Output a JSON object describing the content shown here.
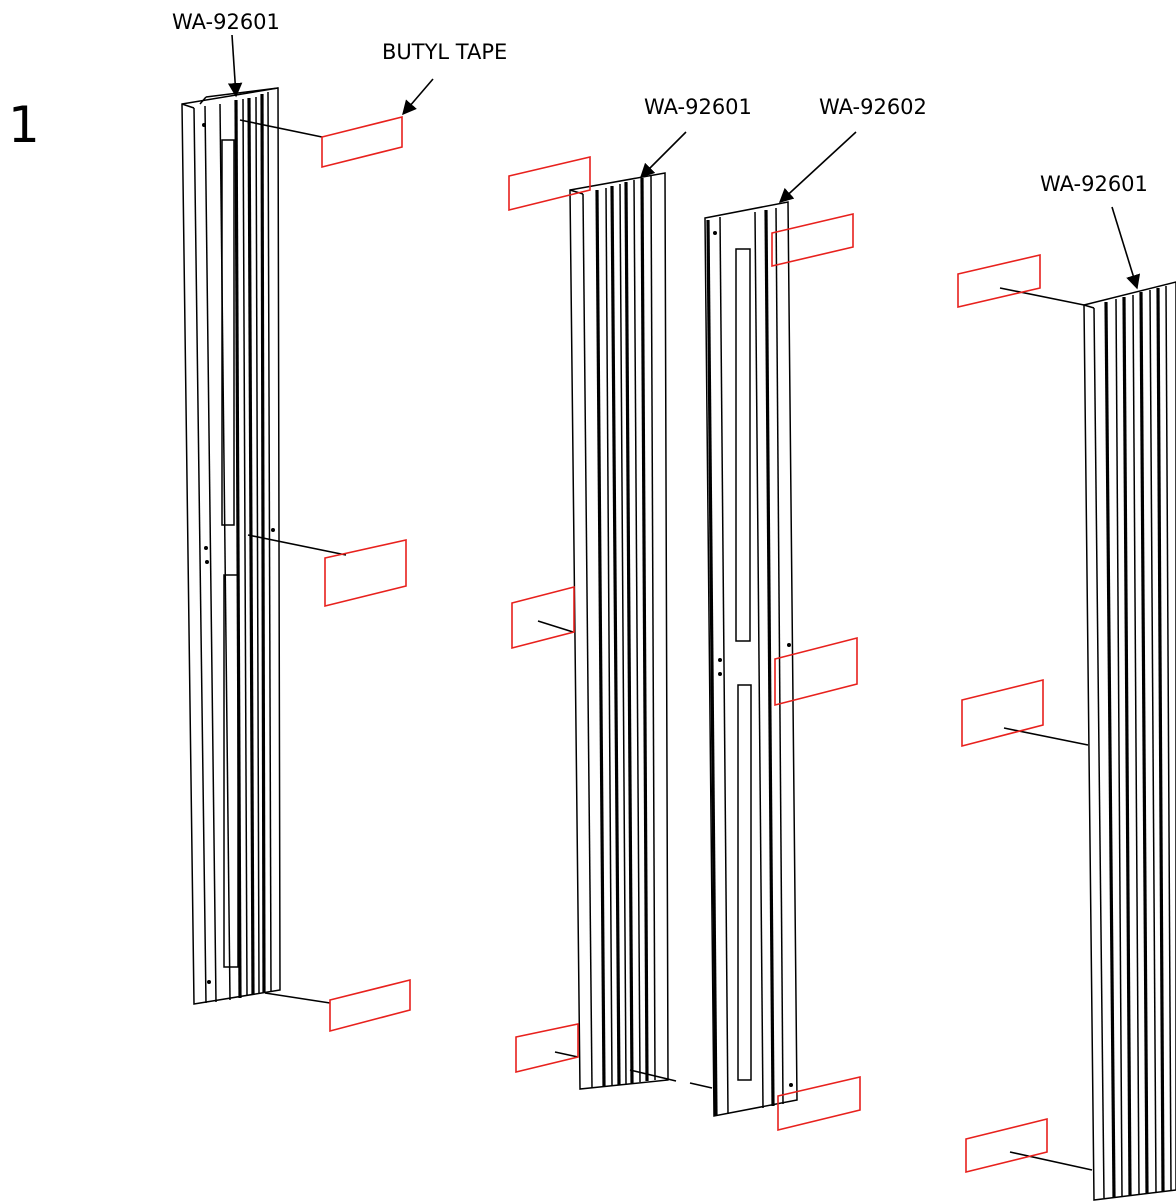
{
  "diagram": {
    "step_number": "1",
    "labels": {
      "profile_left": "WA-92601",
      "tape": "BUTYL TAPE",
      "profile_mid": "WA-92601",
      "profile_mid2": "WA-92602",
      "profile_right": "WA-92601"
    },
    "colors": {
      "tape": "#e8211d",
      "line": "#000000",
      "background": "#ffffff"
    }
  }
}
